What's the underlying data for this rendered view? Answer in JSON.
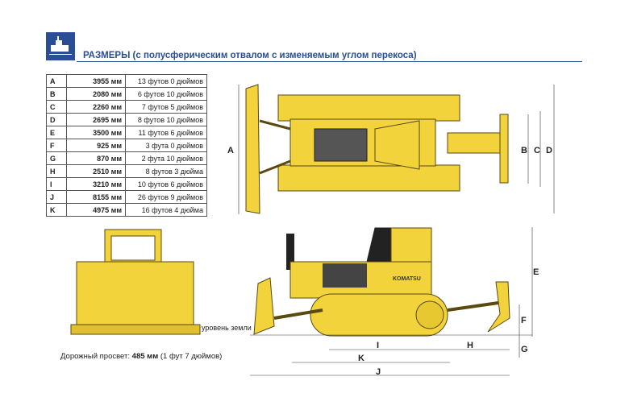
{
  "header": {
    "icon": "bulldozer-icon",
    "title": "РАЗМЕРЫ (с полусферическим отвалом с изменяемым углом перекоса)",
    "accent": "#2a4e96"
  },
  "dimensions": [
    {
      "key": "A",
      "mm": "3955 мм",
      "imperial": "13 футов 0 дюймов"
    },
    {
      "key": "B",
      "mm": "2080 мм",
      "imperial": "6 футов 10 дюймов"
    },
    {
      "key": "C",
      "mm": "2260 мм",
      "imperial": "7 футов 5 дюймов"
    },
    {
      "key": "D",
      "mm": "2695 мм",
      "imperial": "8 футов 10 дюймов"
    },
    {
      "key": "E",
      "mm": "3500 мм",
      "imperial": "11 футов 6 дюймов"
    },
    {
      "key": "F",
      "mm": "925 мм",
      "imperial": "3 фута 0 дюймов"
    },
    {
      "key": "G",
      "mm": "870 мм",
      "imperial": "2 фута 10 дюймов"
    },
    {
      "key": "H",
      "mm": "2510 мм",
      "imperial": "8 футов 3 дюйма"
    },
    {
      "key": "I",
      "mm": "3210 мм",
      "imperial": "10 футов 6 дюймов"
    },
    {
      "key": "J",
      "mm": "8155 мм",
      "imperial": "26 футов 9 дюймов"
    },
    {
      "key": "K",
      "mm": "4975 мм",
      "imperial": "16 футов 4 дюйма"
    }
  ],
  "labels": {
    "A": "A",
    "B": "B",
    "C": "C",
    "D": "D",
    "E": "E",
    "F": "F",
    "G": "G",
    "H": "H",
    "I": "I",
    "J": "J",
    "K": "K"
  },
  "ground_level": "уровень земли",
  "clearance": {
    "label": "Дорожный просвет: ",
    "value": "485 мм",
    "imperial": " (1 фут 7 дюймов)"
  },
  "logo_text": "KOMATSU",
  "colors": {
    "machine": "#f3d33c",
    "outline": "#5a4a10"
  }
}
